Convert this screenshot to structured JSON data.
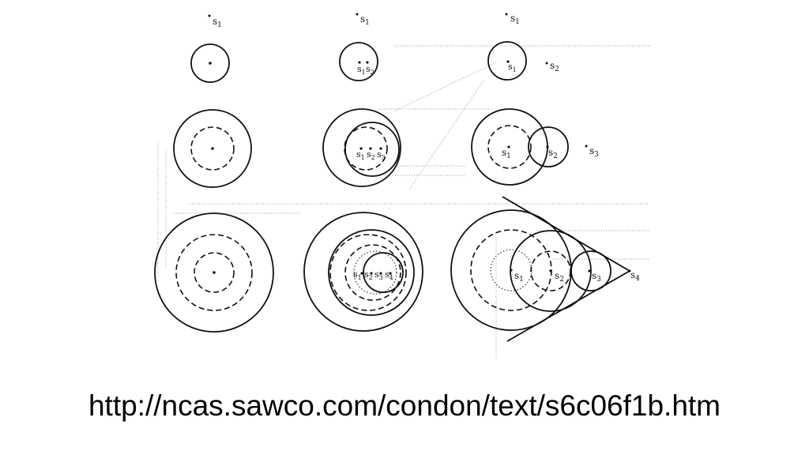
{
  "diagram": {
    "labels": {
      "s1": "s",
      "s1_sub": "1",
      "s2": "s",
      "s2_sub": "2",
      "s3": "s",
      "s3_sub": "3",
      "s4": "s",
      "s4_sub": "4"
    }
  },
  "caption": {
    "text": "http://ncas.sawco.com/condon/text/s6c06f1b.htm"
  },
  "colors": {
    "ink": "#111111",
    "guide": "#9a9a9a",
    "background": "#ffffff"
  }
}
